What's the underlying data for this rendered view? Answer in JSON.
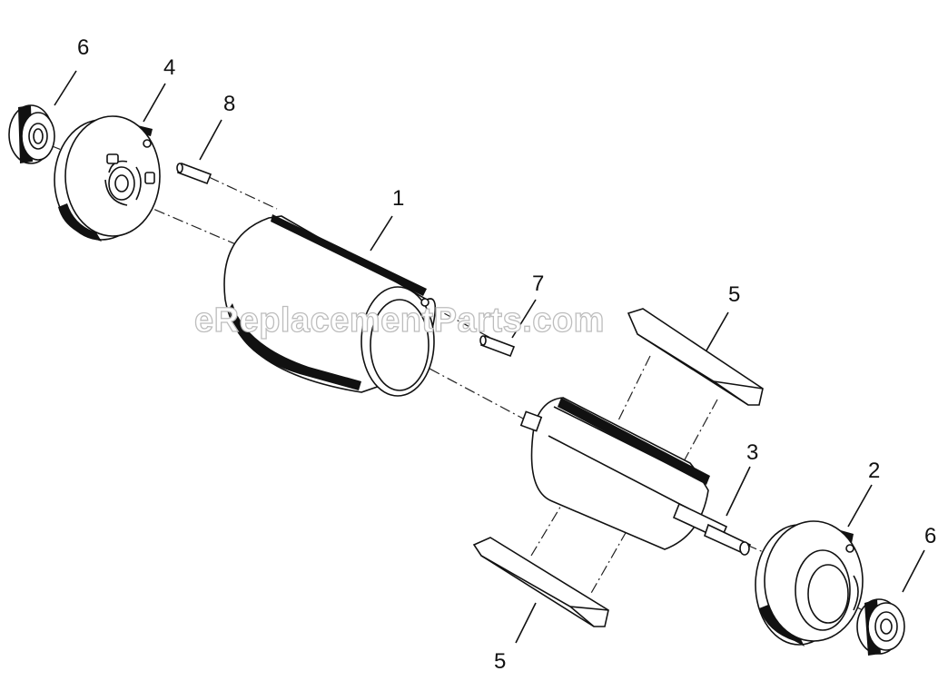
{
  "watermark": "eReplacementParts.com",
  "callouts": [
    {
      "id": "c1",
      "label": "1"
    },
    {
      "id": "c2",
      "label": "2"
    },
    {
      "id": "c3",
      "label": "3"
    },
    {
      "id": "c4",
      "label": "4"
    },
    {
      "id": "c5a",
      "label": "5"
    },
    {
      "id": "c5b",
      "label": "5"
    },
    {
      "id": "c6a",
      "label": "6"
    },
    {
      "id": "c6b",
      "label": "6"
    },
    {
      "id": "c7",
      "label": "7"
    },
    {
      "id": "c8",
      "label": "8"
    }
  ]
}
